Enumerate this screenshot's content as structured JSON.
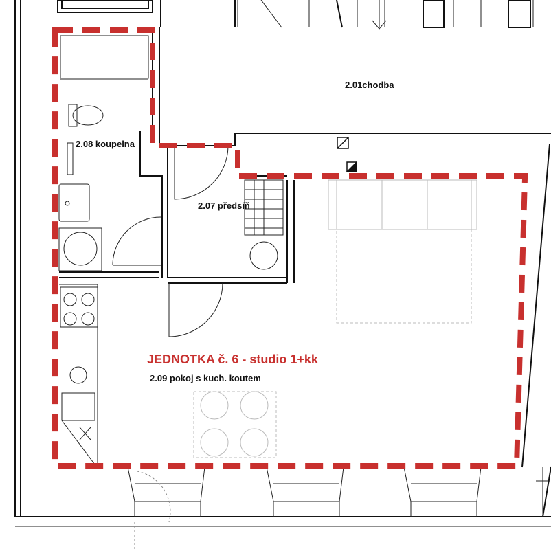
{
  "plan": {
    "unit_title": "JEDNOTKA č. 6 - studio 1+kk",
    "unit_color": "#c8302e",
    "rooms": {
      "chodba": "2.01chodba",
      "koupelna": "2.08 koupelna",
      "predsin": "2.07 předsíň",
      "pokoj": "2.09 pokoj s kuch. koutem"
    }
  }
}
